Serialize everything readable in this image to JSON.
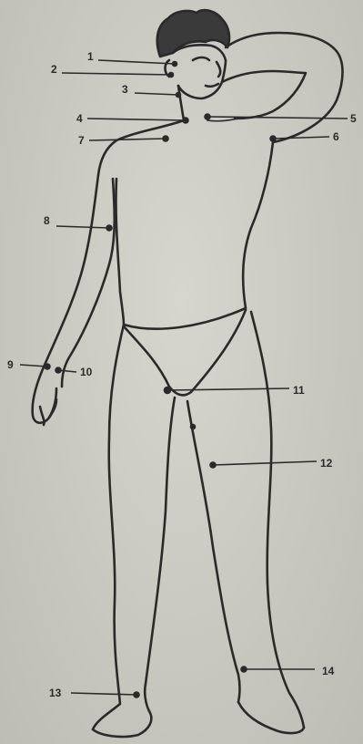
{
  "diagram": {
    "labels": [
      {
        "id": "1",
        "text": "1"
      },
      {
        "id": "2",
        "text": "2"
      },
      {
        "id": "3",
        "text": "3"
      },
      {
        "id": "4",
        "text": "4"
      },
      {
        "id": "5",
        "text": "5"
      },
      {
        "id": "6",
        "text": "6"
      },
      {
        "id": "7",
        "text": "7"
      },
      {
        "id": "8",
        "text": "8"
      },
      {
        "id": "9",
        "text": "9"
      },
      {
        "id": "10",
        "text": "10"
      },
      {
        "id": "11",
        "text": "11"
      },
      {
        "id": "12",
        "text": "12"
      },
      {
        "id": "13",
        "text": "13"
      },
      {
        "id": "14",
        "text": "14"
      }
    ]
  },
  "colors": {
    "ink": "#2a2a2a",
    "paper": "#c9c9c1"
  }
}
